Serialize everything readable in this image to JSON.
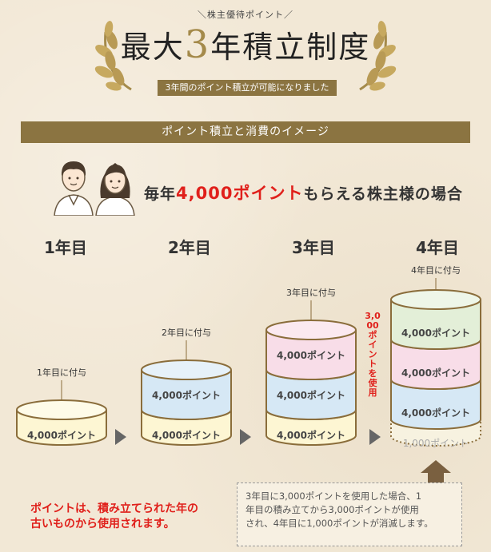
{
  "header": {
    "kicker": "＼株主優待ポイント／",
    "title_pre": "最大",
    "title_num": "3",
    "title_post": "年積立制度",
    "sub_banner": "3年間のポイント積立が可能になりました"
  },
  "section_title": "ポイント積立と消費のイメージ",
  "lead": {
    "pre": "毎年",
    "highlight": "4,000ポイント",
    "post": "もらえる株主様の場合"
  },
  "years": [
    {
      "label": "1年目",
      "grant_label": "1年目に付与",
      "layers": [
        "4,000ポイント"
      ]
    },
    {
      "label": "2年目",
      "grant_label": "2年目に付与",
      "layers": [
        "4,000ポイント",
        "4,000ポイント"
      ]
    },
    {
      "label": "3年目",
      "grant_label": "3年目に付与",
      "layers": [
        "4,000ポイント",
        "4,000ポイント",
        "4,000ポイント"
      ]
    },
    {
      "label": "4年目",
      "grant_label": "4年目に付与",
      "layers": [
        "1,000ポイント",
        "4,000ポイント",
        "4,000ポイント",
        "4,000ポイント"
      ]
    }
  ],
  "used_note": "3,000ポイントを使用",
  "red_note": [
    "ポイントは、積み立てられた年の",
    "古いものから使用されます。"
  ],
  "box_note": [
    "3年目に3,000ポイントを使用した場合、1",
    "年目の積み立てから3,000ポイントが使用",
    "され、4年目に1,000ポイントが消滅します。"
  ],
  "colors": {
    "gold": "#a48a4a",
    "banner": "#8b7441",
    "red": "#e0201b",
    "outline": "#8a6d3b",
    "yellow": "#fdf6d3",
    "blue": "#d6e8f5",
    "pink": "#f8dde8",
    "green": "#e3efd8",
    "faded": "#f7f2e0"
  },
  "icons": [
    "laurel-left-icon",
    "laurel-right-icon",
    "couple-icon",
    "arrow-right-icon",
    "arrow-up-icon"
  ]
}
